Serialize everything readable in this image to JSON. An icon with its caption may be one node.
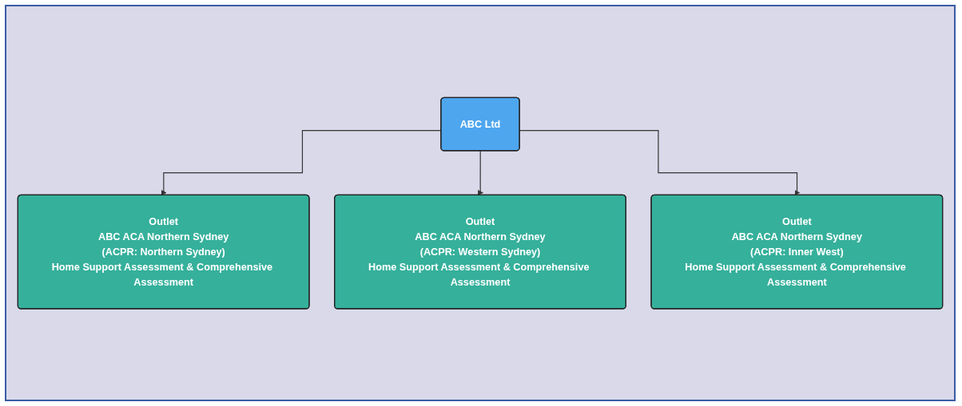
{
  "diagram": {
    "nodes": [
      {
        "text": [
          "ABC Ltd"
        ]
      },
      {
        "text": [
          "Outlet",
          "ABC ACA Northern Sydney",
          "(ACPR: Northern Sydney)",
          "Home Support Assessment & Comprehensive Assessment"
        ]
      },
      {
        "text": [
          "Outlet",
          "ABC ACA Northern Sydney",
          "(ACPR: Western Sydney)",
          "Home Support Assessment & Comprehensive Assessment"
        ]
      },
      {
        "text": [
          "Outlet",
          "ABC ACA Northern Sydney",
          "(ACPR: Inner West)",
          "Home Support Assessment & Comprehensive Assessment"
        ]
      }
    ],
    "edges": [
      {
        "from": 0,
        "to": 1,
        "arrow": "to"
      },
      {
        "from": 0,
        "to": 2,
        "arrow": "to"
      },
      {
        "from": 0,
        "to": 3,
        "arrow": "to"
      }
    ]
  }
}
